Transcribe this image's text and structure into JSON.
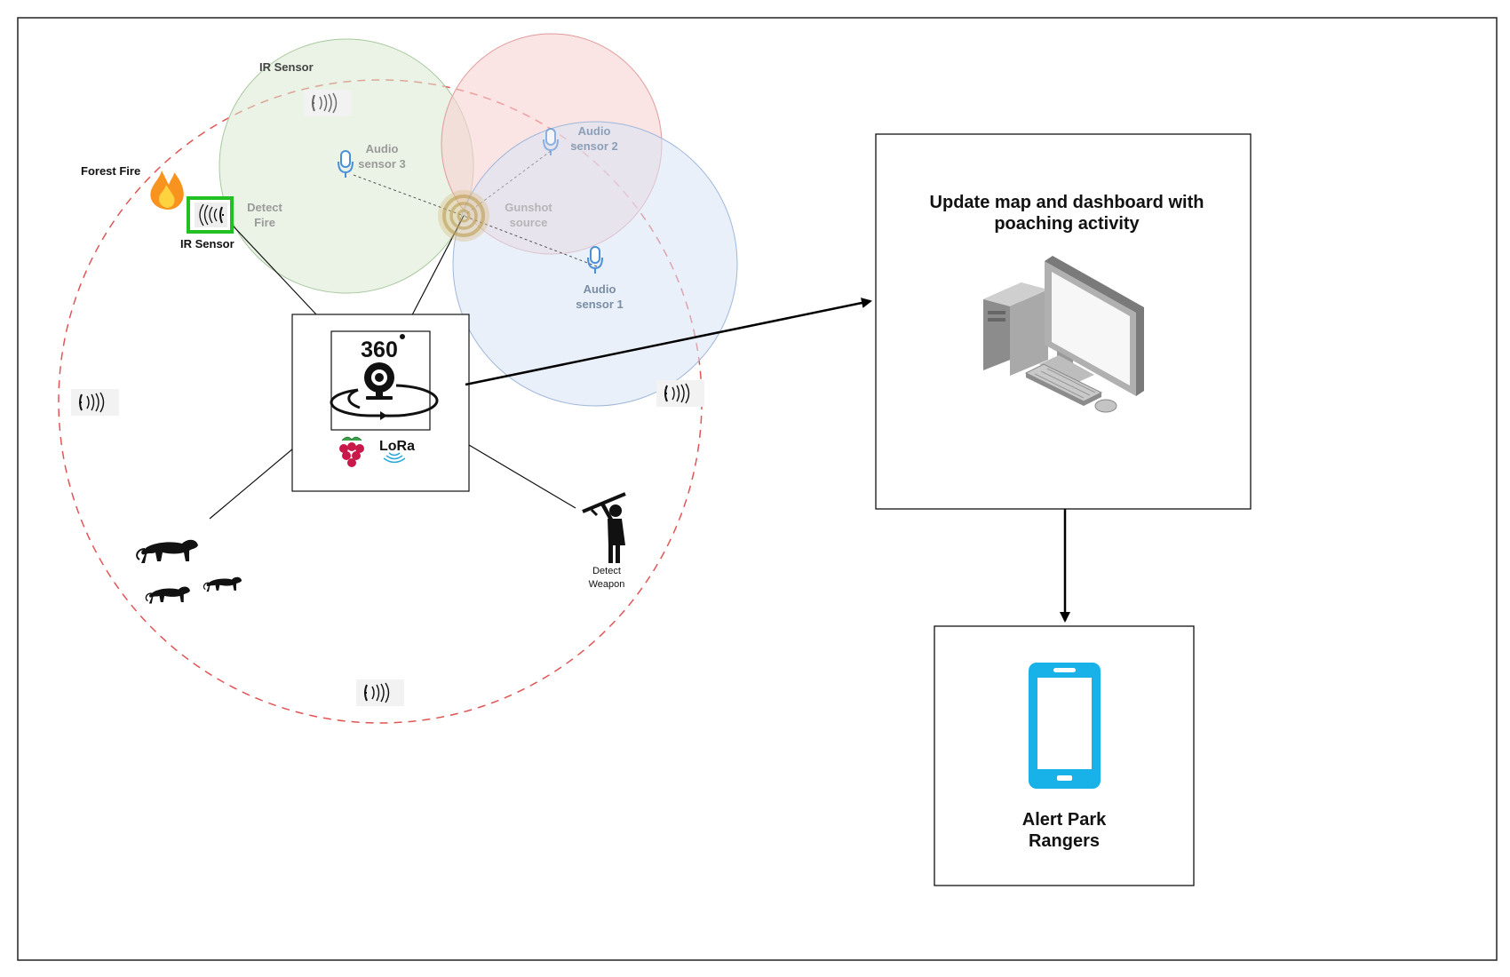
{
  "diagram": {
    "labels": {
      "forest_fire": "Forest Fire",
      "ir_sensor_top": "IR Sensor",
      "ir_sensor_left": "IR Sensor",
      "detect_fire_1": "Detect",
      "detect_fire_2": "Fire",
      "audio3_1": "Audio",
      "audio3_2": "sensor 3",
      "audio2_1": "Audio",
      "audio2_2": "sensor 2",
      "audio1_1": "Audio",
      "audio1_2": "sensor 1",
      "gunshot_1": "Gunshot",
      "gunshot_2": "source",
      "camera_360": "360",
      "lora": "LoRa",
      "detect_weapon_1": "Detect",
      "detect_weapon_2": "Weapon",
      "dashboard_1": "Update map and dashboard with",
      "dashboard_2": "poaching activity",
      "alert_1": "Alert Park",
      "alert_2": "Rangers"
    },
    "icons": {
      "fire": "fire-icon",
      "ir_sensor": "ir-sensor-icon",
      "microphone": "microphone-icon",
      "gunshot": "gunshot-source-icon",
      "camera": "360-camera-icon",
      "raspberry_pi": "raspberry-pi-icon",
      "lora": "lora-icon",
      "animals": "leopard-icon",
      "poacher": "poacher-with-rifle-icon",
      "computer": "desktop-computer-icon",
      "phone": "smartphone-icon"
    },
    "colors": {
      "coverage_range": "#e05555",
      "ir_zone": "#d9e9d2",
      "audio_zone_red": "#f6d2d2",
      "audio_zone_blue": "#d8e4f6",
      "ir_highlight": "#22c022",
      "phone": "#19b2e8"
    }
  }
}
